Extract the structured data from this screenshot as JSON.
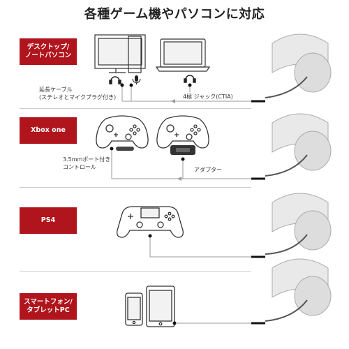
{
  "title": "各種ゲーム機やパソコンに対応",
  "sections": [
    {
      "label_line1": "デスクトップ/",
      "label_line2": "ノートパソコン"
    },
    {
      "label_line1": "Xbox one",
      "label_line2": ""
    },
    {
      "label_line1": "PS4",
      "label_line2": ""
    },
    {
      "label_line1": "スマートフォン/",
      "label_line2": "タブレットPC"
    }
  ],
  "notes": {
    "ext_cable_line1": "延長ケーブル",
    "ext_cable_line2": "(ステレオとマイクプラグ付き)",
    "jack4": "4極 ジャック(CTIA)",
    "port_line1": "3.5mmポート付き",
    "port_line2": "コントロール",
    "adapter": "アダプター"
  },
  "colors": {
    "accent": "#b0141c",
    "line": "#999999"
  }
}
